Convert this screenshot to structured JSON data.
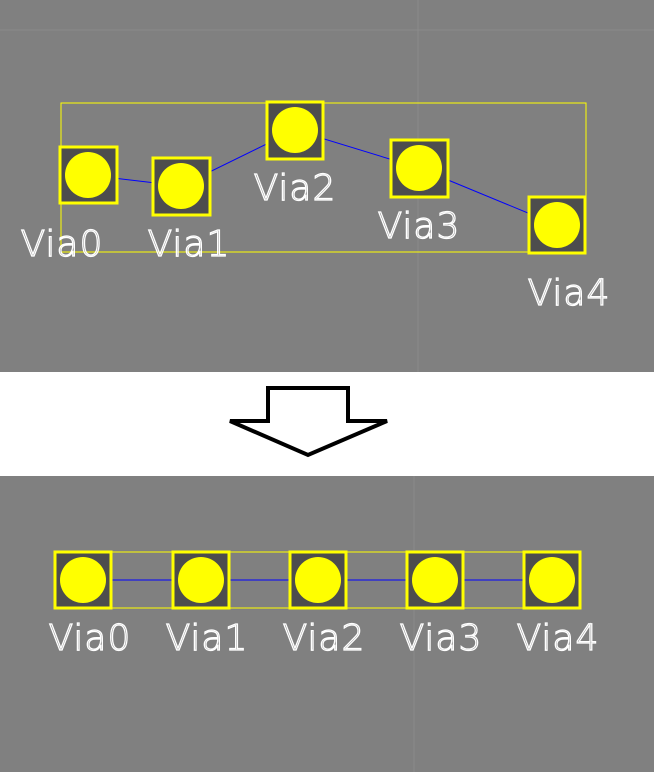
{
  "colors": {
    "board_background": "#808080",
    "grid_line": "#8a8a8a",
    "pad_outline": "#ffff00",
    "pad_fill": "#ffff00",
    "pad_ring": "#4d4d4d",
    "selection_box": "#ffff00",
    "net_line": "#0000ff",
    "label_text": "#ffffff",
    "separator_background": "#ffffff",
    "arrow_stroke": "#000000",
    "arrow_fill": "#ffffff"
  },
  "before": {
    "vias": [
      {
        "label": "Via0"
      },
      {
        "label": "Via1"
      },
      {
        "label": "Via2"
      },
      {
        "label": "Via3"
      },
      {
        "label": "Via4"
      }
    ]
  },
  "transition": {
    "arrow_icon": "down-arrow-icon"
  },
  "after": {
    "vias": [
      {
        "label": "Via0"
      },
      {
        "label": "Via1"
      },
      {
        "label": "Via2"
      },
      {
        "label": "Via3"
      },
      {
        "label": "Via4"
      }
    ]
  }
}
